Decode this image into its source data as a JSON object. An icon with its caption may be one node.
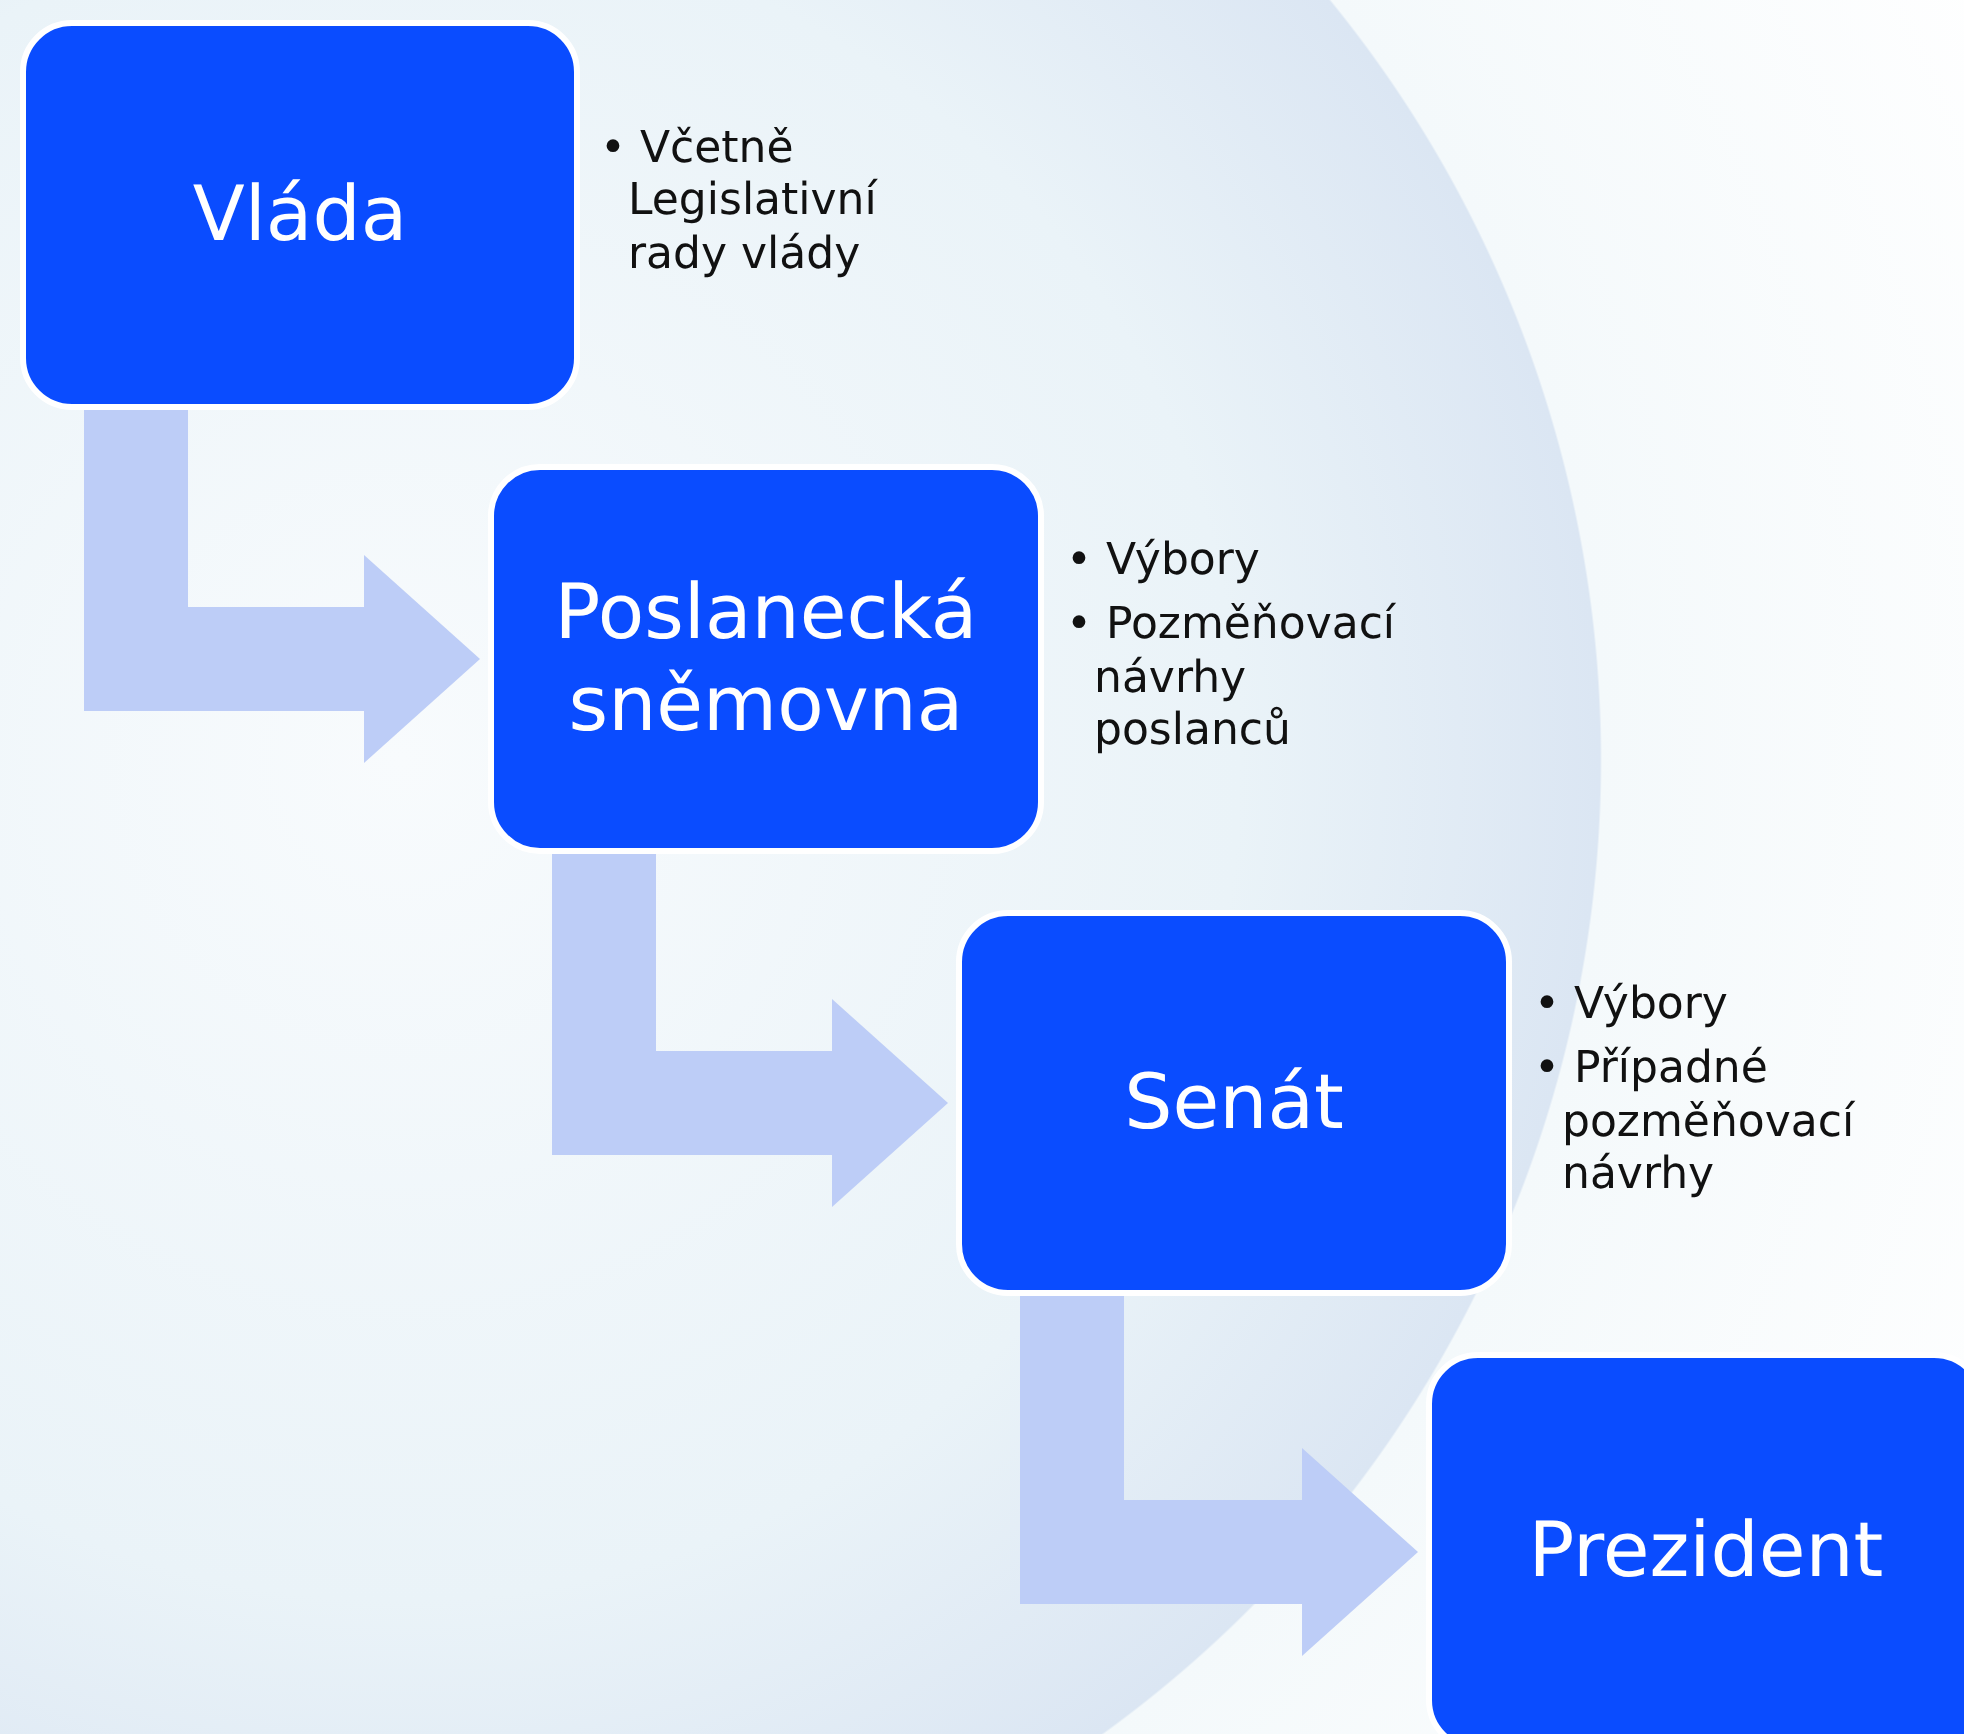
{
  "diagram": {
    "nodes": [
      {
        "text": [
          "Vláda"
        ],
        "beside": [
          "• Včetně Legislativní rady vlády"
        ]
      },
      {
        "text": [
          "Poslanecká sněmovna"
        ],
        "beside": [
          "• Výbory",
          "• Pozměňovací návrhy poslanců"
        ]
      },
      {
        "text": [
          "Senát"
        ],
        "beside": [
          "• Výbory",
          "• Případné pozměňovací návrhy"
        ]
      },
      {
        "text": [
          "Prezident"
        ]
      }
    ],
    "edges": [
      {
        "from": 0,
        "to": 1,
        "arrow": "to"
      },
      {
        "from": 1,
        "to": 2,
        "arrow": "to"
      },
      {
        "from": 2,
        "to": 3,
        "arrow": "to"
      }
    ]
  }
}
